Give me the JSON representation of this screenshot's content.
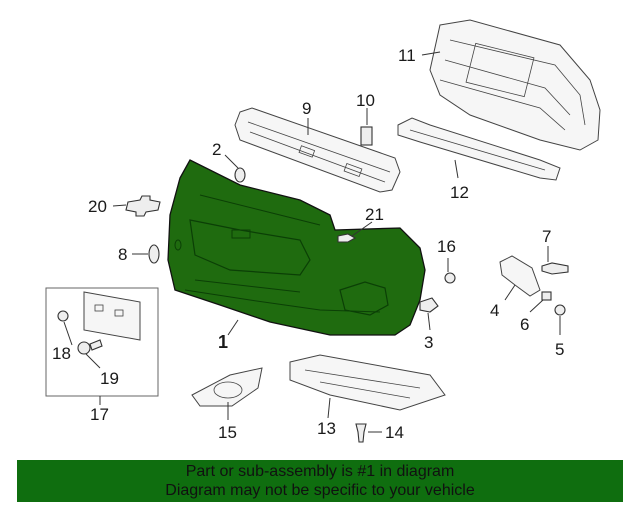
{
  "callouts": {
    "c1": "1",
    "c2": "2",
    "c3": "3",
    "c4": "4",
    "c5": "5",
    "c6": "6",
    "c7": "7",
    "c8": "8",
    "c9": "9",
    "c10": "10",
    "c11": "11",
    "c12": "12",
    "c13": "13",
    "c14": "14",
    "c15": "15",
    "c16": "16",
    "c17": "17",
    "c18": "18",
    "c19": "19",
    "c20": "20",
    "c21": "21"
  },
  "colors": {
    "bumper": "#1f6b0f",
    "banner": "#0f6e0f"
  },
  "banner": {
    "line1": "Part or sub-assembly is #1 in diagram",
    "line2": "Diagram may not be specific to your vehicle"
  }
}
